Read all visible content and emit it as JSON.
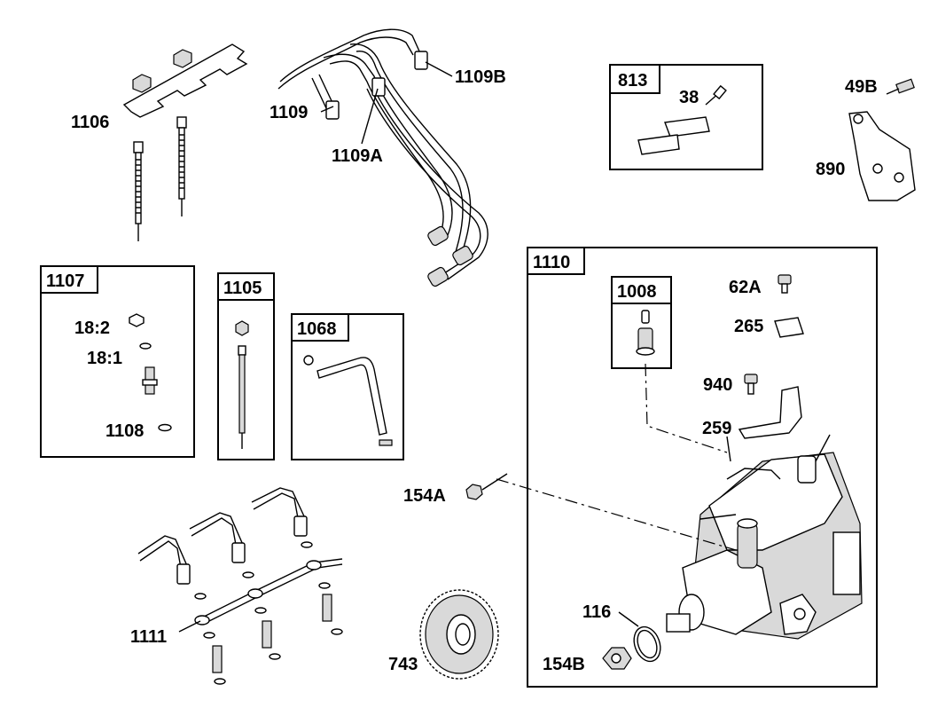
{
  "boxes": {
    "b813": "813",
    "b1107": "1107",
    "b1105": "1105",
    "b1068": "1068",
    "b1110": "1110",
    "b1008": "1008"
  },
  "labels": {
    "l1106": "1106",
    "l1109": "1109",
    "l1109A": "1109A",
    "l1109B": "1109B",
    "l38": "38",
    "l49B": "49B",
    "l890": "890",
    "l18_2": "18:2",
    "l18_1": "18:1",
    "l1108": "1108",
    "l62A": "62A",
    "l265": "265",
    "l940": "940",
    "l259": "259",
    "l154A": "154A",
    "l116": "116",
    "l154B": "154B",
    "l743": "743",
    "l1111": "1111"
  }
}
